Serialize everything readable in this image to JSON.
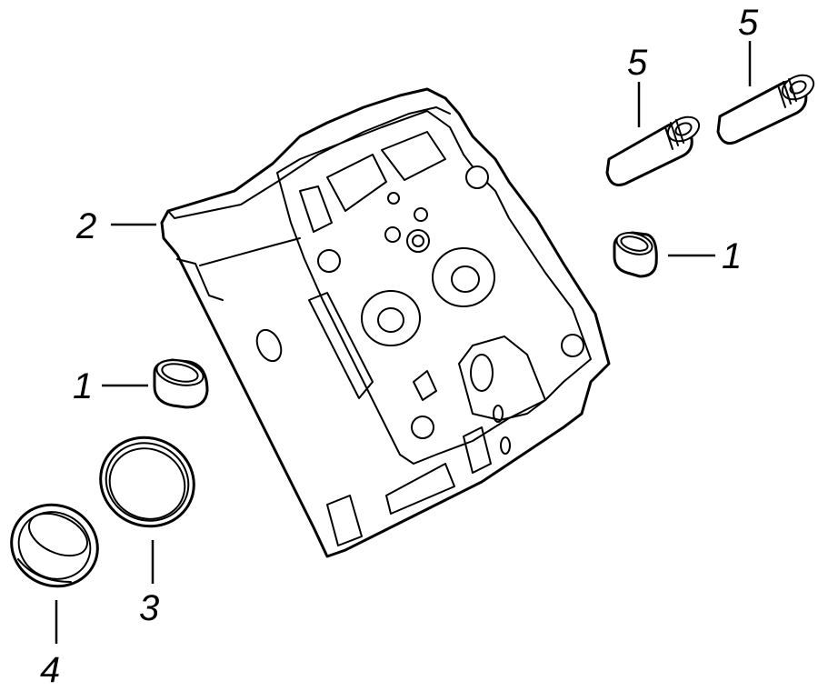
{
  "callouts": {
    "c1a": "1",
    "c1b": "1",
    "c2": "2",
    "c3": "3",
    "c4": "4",
    "c5a": "5",
    "c5b": "5"
  },
  "colors": {
    "line": "#000000",
    "background": "#ffffff"
  }
}
